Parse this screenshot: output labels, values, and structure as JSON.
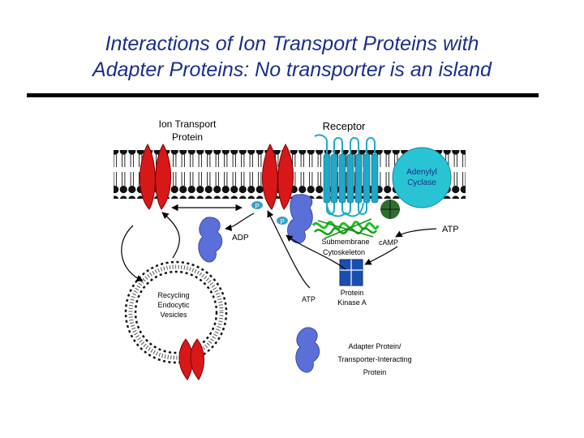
{
  "title": {
    "line1": "Interactions of Ion Transport Proteins with",
    "line2": "Adapter Proteins: No transporter is an island"
  },
  "diagram": {
    "ion_transport_protein_line1": "Ion Transport",
    "ion_transport_protein_line2": "Protein",
    "receptor": "Receptor",
    "adenylyl_cyclase_line1": "Adenylyl",
    "adenylyl_cyclase_line2": "Cyclase",
    "phosphate": "P",
    "adp": "ADP",
    "atp_right": "ATP",
    "camp": "cAMP",
    "submembrane_line1": "Submembrane",
    "submembrane_line2": "Cytoskeleton",
    "pka_line1": "Protein",
    "pka_line2": "Kinase A",
    "atp_bottom": "ATP",
    "vesicle_line1": "Recycling",
    "vesicle_line2": "Endocytic",
    "vesicle_line3": "Vesicles",
    "adapter_line1": "Adapter Protein/",
    "adapter_line2": "Transporter-Interacting",
    "adapter_line3": "Protein"
  },
  "colors": {
    "title": "#1a2f8a",
    "transporter": "#d81818",
    "receptor": "#1fa8c8",
    "adenylyl_cyclase": "#29c4d4",
    "adapter": "#5a6fd8",
    "pka": "#1a4fb0",
    "cytoskeleton": "#22c022",
    "g_protein": "#2e6e2e"
  }
}
